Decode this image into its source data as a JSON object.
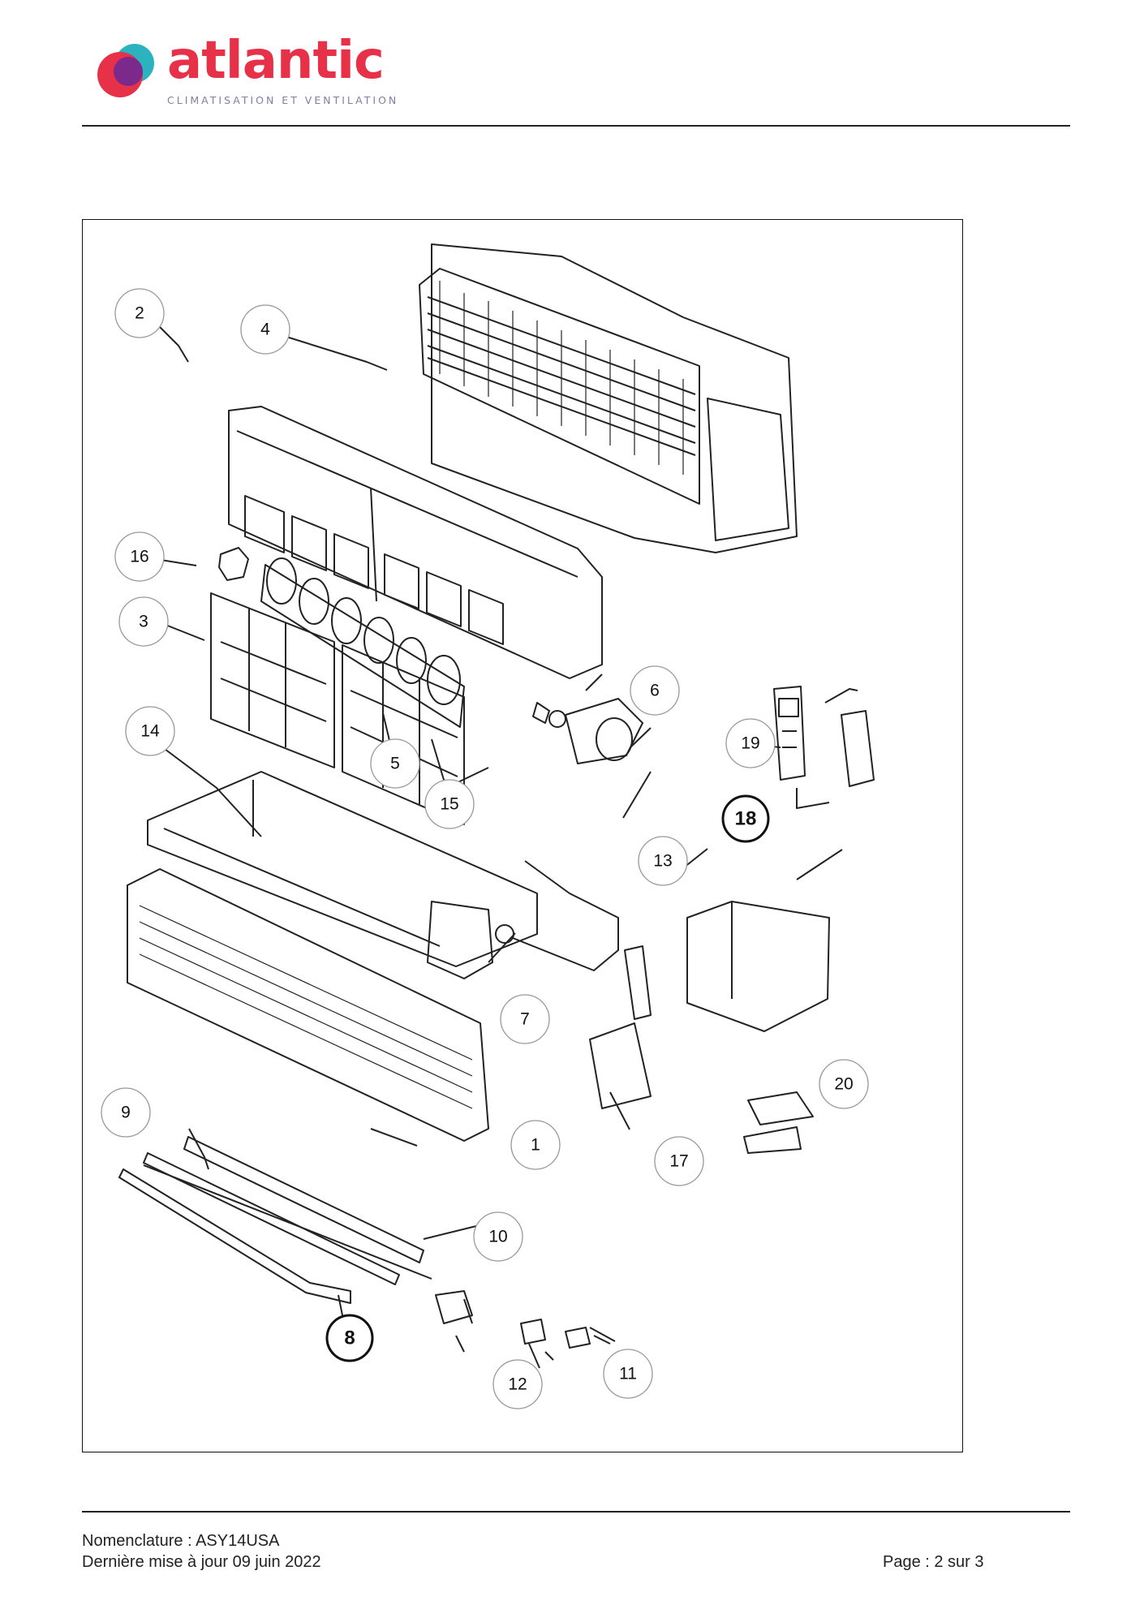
{
  "header": {
    "brand": "atlantic",
    "tagline": "CLIMATISATION ET VENTILATION",
    "colors": {
      "brand_red": "#e63148",
      "brand_purple": "#7b2a8c",
      "brand_teal": "#2bb3c0",
      "tagline": "#7f7fa4"
    }
  },
  "diagram": {
    "callouts": [
      "4",
      "2",
      "16",
      "3",
      "6",
      "19",
      "14",
      "5",
      "15",
      "18",
      "13",
      "7",
      "20",
      "9",
      "1",
      "17",
      "10",
      "8",
      "12",
      "11"
    ]
  },
  "footer": {
    "reference": "Nomenclature : ASY14USA",
    "updated": "Dernière mise à jour 09 juin 2022",
    "page": "Page : 2 sur 3"
  }
}
